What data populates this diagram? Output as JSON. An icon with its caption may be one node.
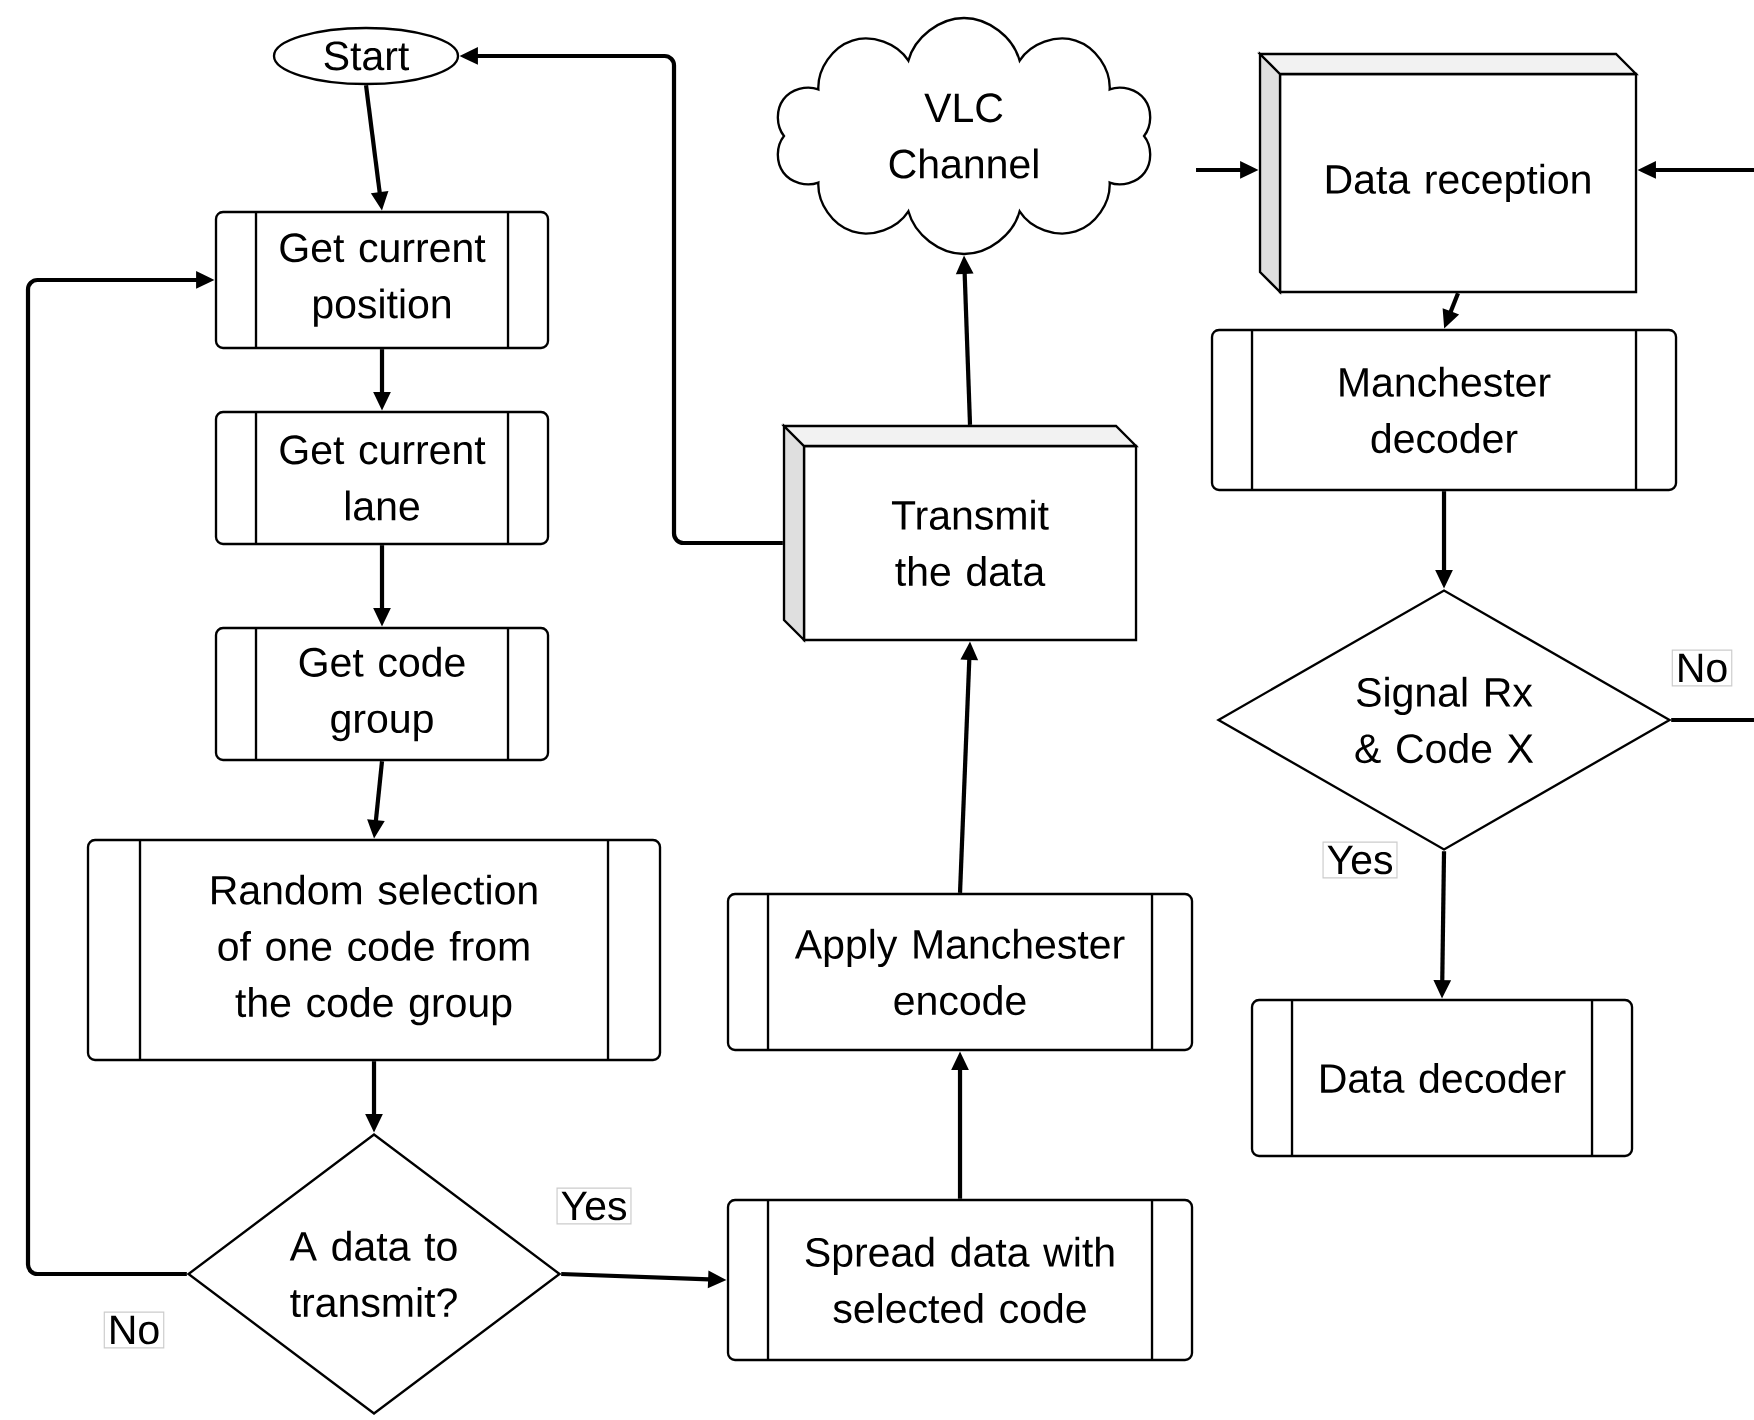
{
  "diagram": {
    "nodes": [
      {
        "text": [
          "Start"
        ]
      },
      {
        "text": [
          "Get current position"
        ]
      },
      {
        "text": [
          "Get current lane"
        ]
      },
      {
        "text": [
          "Get code group"
        ]
      },
      {
        "text": [
          "Random selection of one code from the code group"
        ]
      },
      {
        "text": [
          "A data to transmit?"
        ]
      },
      {
        "text": [
          "Spread data with selected code"
        ]
      },
      {
        "text": [
          "Apply Manchester encode"
        ]
      },
      {
        "text": [
          "Transmit the data"
        ]
      },
      {
        "text": [
          "VLC Channel"
        ]
      },
      {
        "text": [
          "Data reception"
        ]
      },
      {
        "text": [
          "Manchester decoder"
        ]
      },
      {
        "text": [
          "Signal Rx & Code X"
        ]
      },
      {
        "text": [
          "Data decoder"
        ]
      }
    ],
    "edges": [
      {
        "from": 0,
        "to": 1,
        "arrow": "to"
      },
      {
        "from": 1,
        "to": 2,
        "arrow": "to"
      },
      {
        "from": 2,
        "to": 3,
        "arrow": "to"
      },
      {
        "from": 3,
        "to": 4,
        "arrow": "to"
      },
      {
        "from": 4,
        "to": 5,
        "arrow": "to"
      },
      {
        "from": 5,
        "to": 6,
        "arrow": "to",
        "label": "Yes"
      },
      {
        "from": 5,
        "to": 1,
        "arrow": "to",
        "label": "No"
      },
      {
        "from": 6,
        "to": 7,
        "arrow": "to"
      },
      {
        "from": 7,
        "to": 8,
        "arrow": "to"
      },
      {
        "from": 8,
        "to": 9,
        "arrow": "to"
      },
      {
        "from": 8,
        "to": 0,
        "arrow": "to"
      },
      {
        "from": null,
        "to": 10,
        "arrow": "to"
      },
      {
        "from": null,
        "to": 10,
        "arrow": "to"
      },
      {
        "from": 10,
        "to": 11,
        "arrow": "to"
      },
      {
        "from": 11,
        "to": 12,
        "arrow": "to"
      },
      {
        "from": 12,
        "to": 13,
        "arrow": "to",
        "label": "Yes"
      },
      {
        "from": 12,
        "to": null,
        "arrow": "none",
        "label": "No"
      }
    ]
  }
}
